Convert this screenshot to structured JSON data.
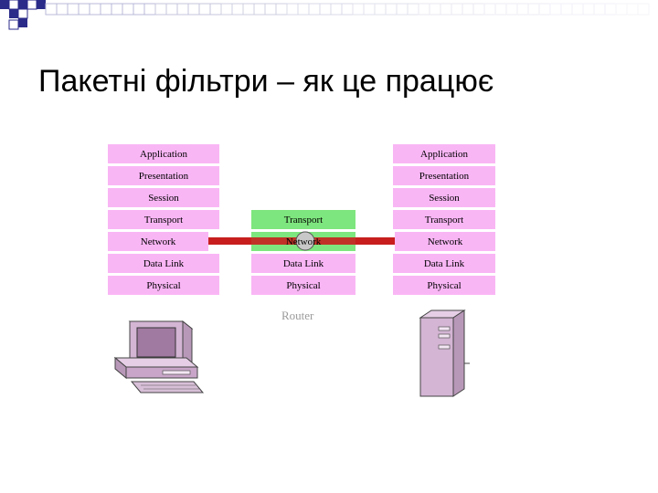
{
  "slide": {
    "title": "Пакетні фільтри – як це працює"
  },
  "diagram": {
    "left_stack": [
      "Application",
      "Presentation",
      "Session",
      "Transport",
      "Network",
      "Data Link",
      "Physical"
    ],
    "router_stack": [
      "Transport",
      "Network",
      "Data Link",
      "Physical"
    ],
    "right_stack": [
      "Application",
      "Presentation",
      "Session",
      "Transport",
      "Network",
      "Data Link",
      "Physical"
    ],
    "router_label": "Router"
  },
  "colors": {
    "layer_fill": "#f9b6f5",
    "router_upper_fill": "#7ee67e",
    "link_line": "#c81e1e",
    "deco_square": "#2b2b8a",
    "device_fill": "#d4b5d4"
  },
  "icons": {
    "pc": "desktop-computer-icon",
    "server": "tower-server-icon",
    "packet": "packet-circle-icon"
  }
}
